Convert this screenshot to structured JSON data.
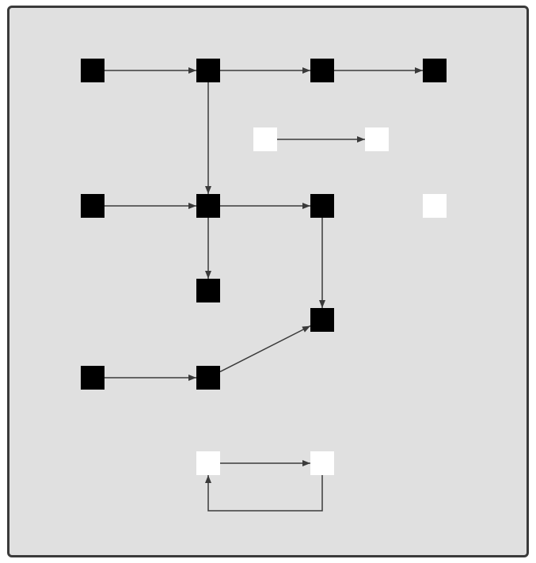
{
  "diagram": {
    "background": "#e0e0e0",
    "edge_color": "#3a3a3a",
    "nodes": [
      {
        "id": "a",
        "fill": "#000000"
      },
      {
        "id": "b",
        "fill": "#000000"
      },
      {
        "id": "c",
        "fill": "#000000"
      },
      {
        "id": "d",
        "fill": "#000000"
      },
      {
        "id": "e",
        "fill": "#ffffff"
      },
      {
        "id": "f",
        "fill": "#ffffff"
      },
      {
        "id": "g",
        "fill": "#000000"
      },
      {
        "id": "h",
        "fill": "#000000"
      },
      {
        "id": "i",
        "fill": "#000000"
      },
      {
        "id": "j",
        "fill": "#ffffff"
      },
      {
        "id": "k",
        "fill": "#000000"
      },
      {
        "id": "l",
        "fill": "#000000"
      },
      {
        "id": "m",
        "fill": "#000000"
      },
      {
        "id": "n",
        "fill": "#000000"
      },
      {
        "id": "o",
        "fill": "#ffffff"
      },
      {
        "id": "p",
        "fill": "#ffffff"
      }
    ],
    "edges": [
      {
        "from": "a",
        "to": "b"
      },
      {
        "from": "b",
        "to": "c"
      },
      {
        "from": "c",
        "to": "d"
      },
      {
        "from": "b",
        "to": "h"
      },
      {
        "from": "e",
        "to": "f"
      },
      {
        "from": "g",
        "to": "h"
      },
      {
        "from": "h",
        "to": "i"
      },
      {
        "from": "h",
        "to": "k"
      },
      {
        "from": "i",
        "to": "l"
      },
      {
        "from": "m",
        "to": "n"
      },
      {
        "from": "n",
        "to": "l"
      },
      {
        "from": "o",
        "to": "p"
      },
      {
        "from": "p",
        "to": "o",
        "routed": "loop-below"
      }
    ]
  }
}
